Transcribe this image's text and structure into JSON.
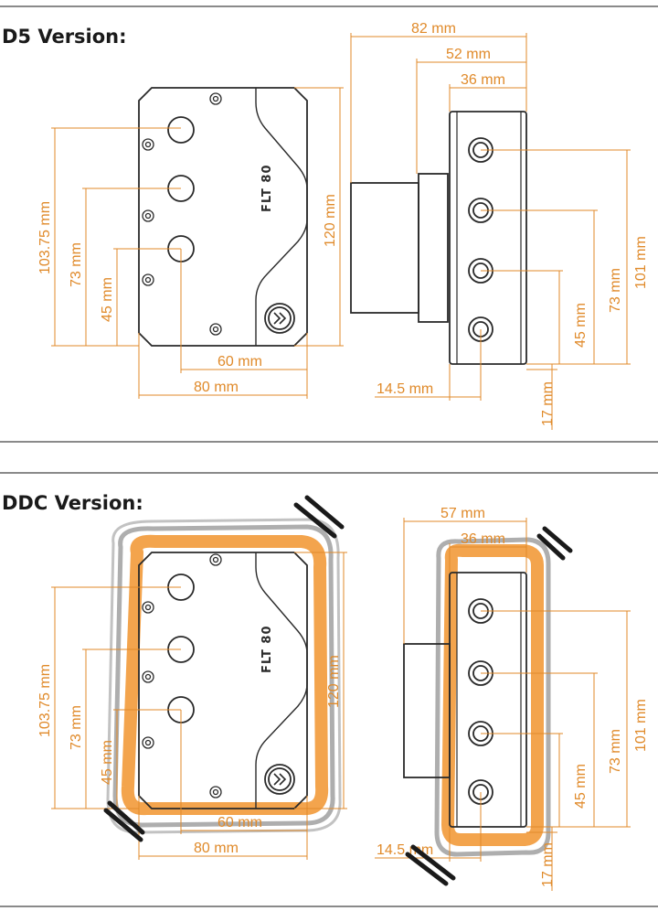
{
  "sections": [
    {
      "title": "D5 Version:",
      "front": {
        "dims": [
          "103.75 mm",
          "73 mm",
          "45 mm",
          "120 mm",
          "60 mm",
          "80 mm"
        ],
        "label": "FLT 80"
      },
      "side": {
        "dims": [
          "82 mm",
          "52 mm",
          "36 mm",
          "101 mm",
          "73 mm",
          "45 mm",
          "14.5 mm",
          "17 mm"
        ]
      }
    },
    {
      "title": "DDC Version:",
      "front": {
        "dims": [
          "103.75 mm",
          "73 mm",
          "45 mm",
          "120 mm",
          "60 mm",
          "80 mm"
        ],
        "label": "FLT 80"
      },
      "side": {
        "dims": [
          "57 mm",
          "36 mm",
          "101 mm",
          "73 mm",
          "45 mm",
          "14.5 mm",
          "17 mm"
        ]
      }
    }
  ],
  "colors": {
    "dimension": "#e08a2a",
    "outline": "#2a2a2a",
    "highlight": "#f29a3a",
    "markup": "#9a9a9a",
    "rule": "#8a8a8a"
  },
  "icons": [
    "ek-logo-icon",
    "port-icon",
    "screw-icon"
  ]
}
